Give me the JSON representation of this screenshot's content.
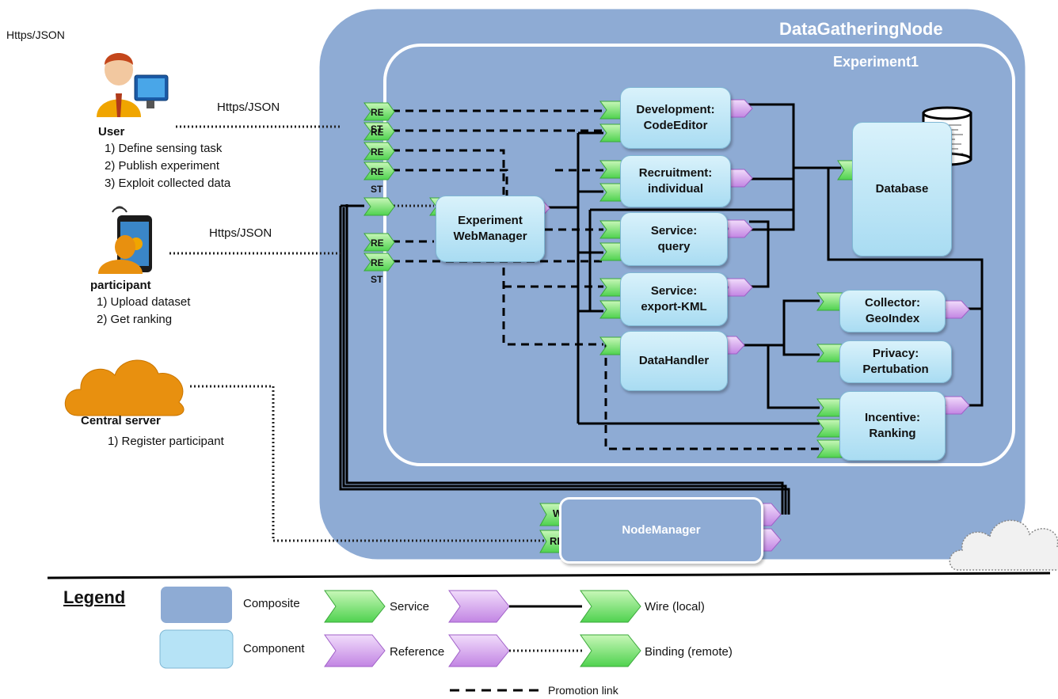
{
  "top_left_label": "Https/JSON",
  "actors": {
    "user": {
      "name": "User",
      "link_label": "Https/JSON",
      "tasks": [
        "1) Define sensing task",
        "2) Publish experiment",
        "3) Exploit collected data"
      ]
    },
    "participant": {
      "name": "participant",
      "link_label": "Https/JSON",
      "tasks": [
        "1) Upload dataset",
        "2) Get ranking"
      ]
    },
    "central_server": {
      "name": "Central server",
      "tasks": [
        "1) Register participant"
      ]
    }
  },
  "composites": {
    "outer": "DataGatheringNode",
    "inner": "Experiment1"
  },
  "ports": {
    "re": "RE",
    "st": "ST",
    "web": "Web",
    "rest": "REST"
  },
  "components": {
    "webmanager": [
      "Experiment",
      "WebManager"
    ],
    "codeeditor": [
      "Development:",
      "CodeEditor"
    ],
    "recruitment": [
      "Recruitment:",
      "individual"
    ],
    "query": [
      "Service:",
      "query"
    ],
    "exportkml": [
      "Service:",
      "export-KML"
    ],
    "datahandler": [
      "DataHandler"
    ],
    "database": [
      "Database"
    ],
    "collector": [
      "Collector:",
      "GeoIndex"
    ],
    "privacy": [
      "Privacy:",
      "Pertubation"
    ],
    "incentive": [
      "Incentive:",
      "Ranking"
    ],
    "nodemanager": [
      "NodeManager"
    ]
  },
  "legend": {
    "title": "Legend",
    "composite": "Composite",
    "component": "Component",
    "service": "Service",
    "reference": "Reference",
    "wire": "Wire (local)",
    "binding": "Binding (remote)",
    "promotion": "Promotion link"
  },
  "colors": {
    "composite": "#8eabd4",
    "component": "#b6e3f6",
    "service": "#7ee27e",
    "reference": "#d9a6ef"
  }
}
